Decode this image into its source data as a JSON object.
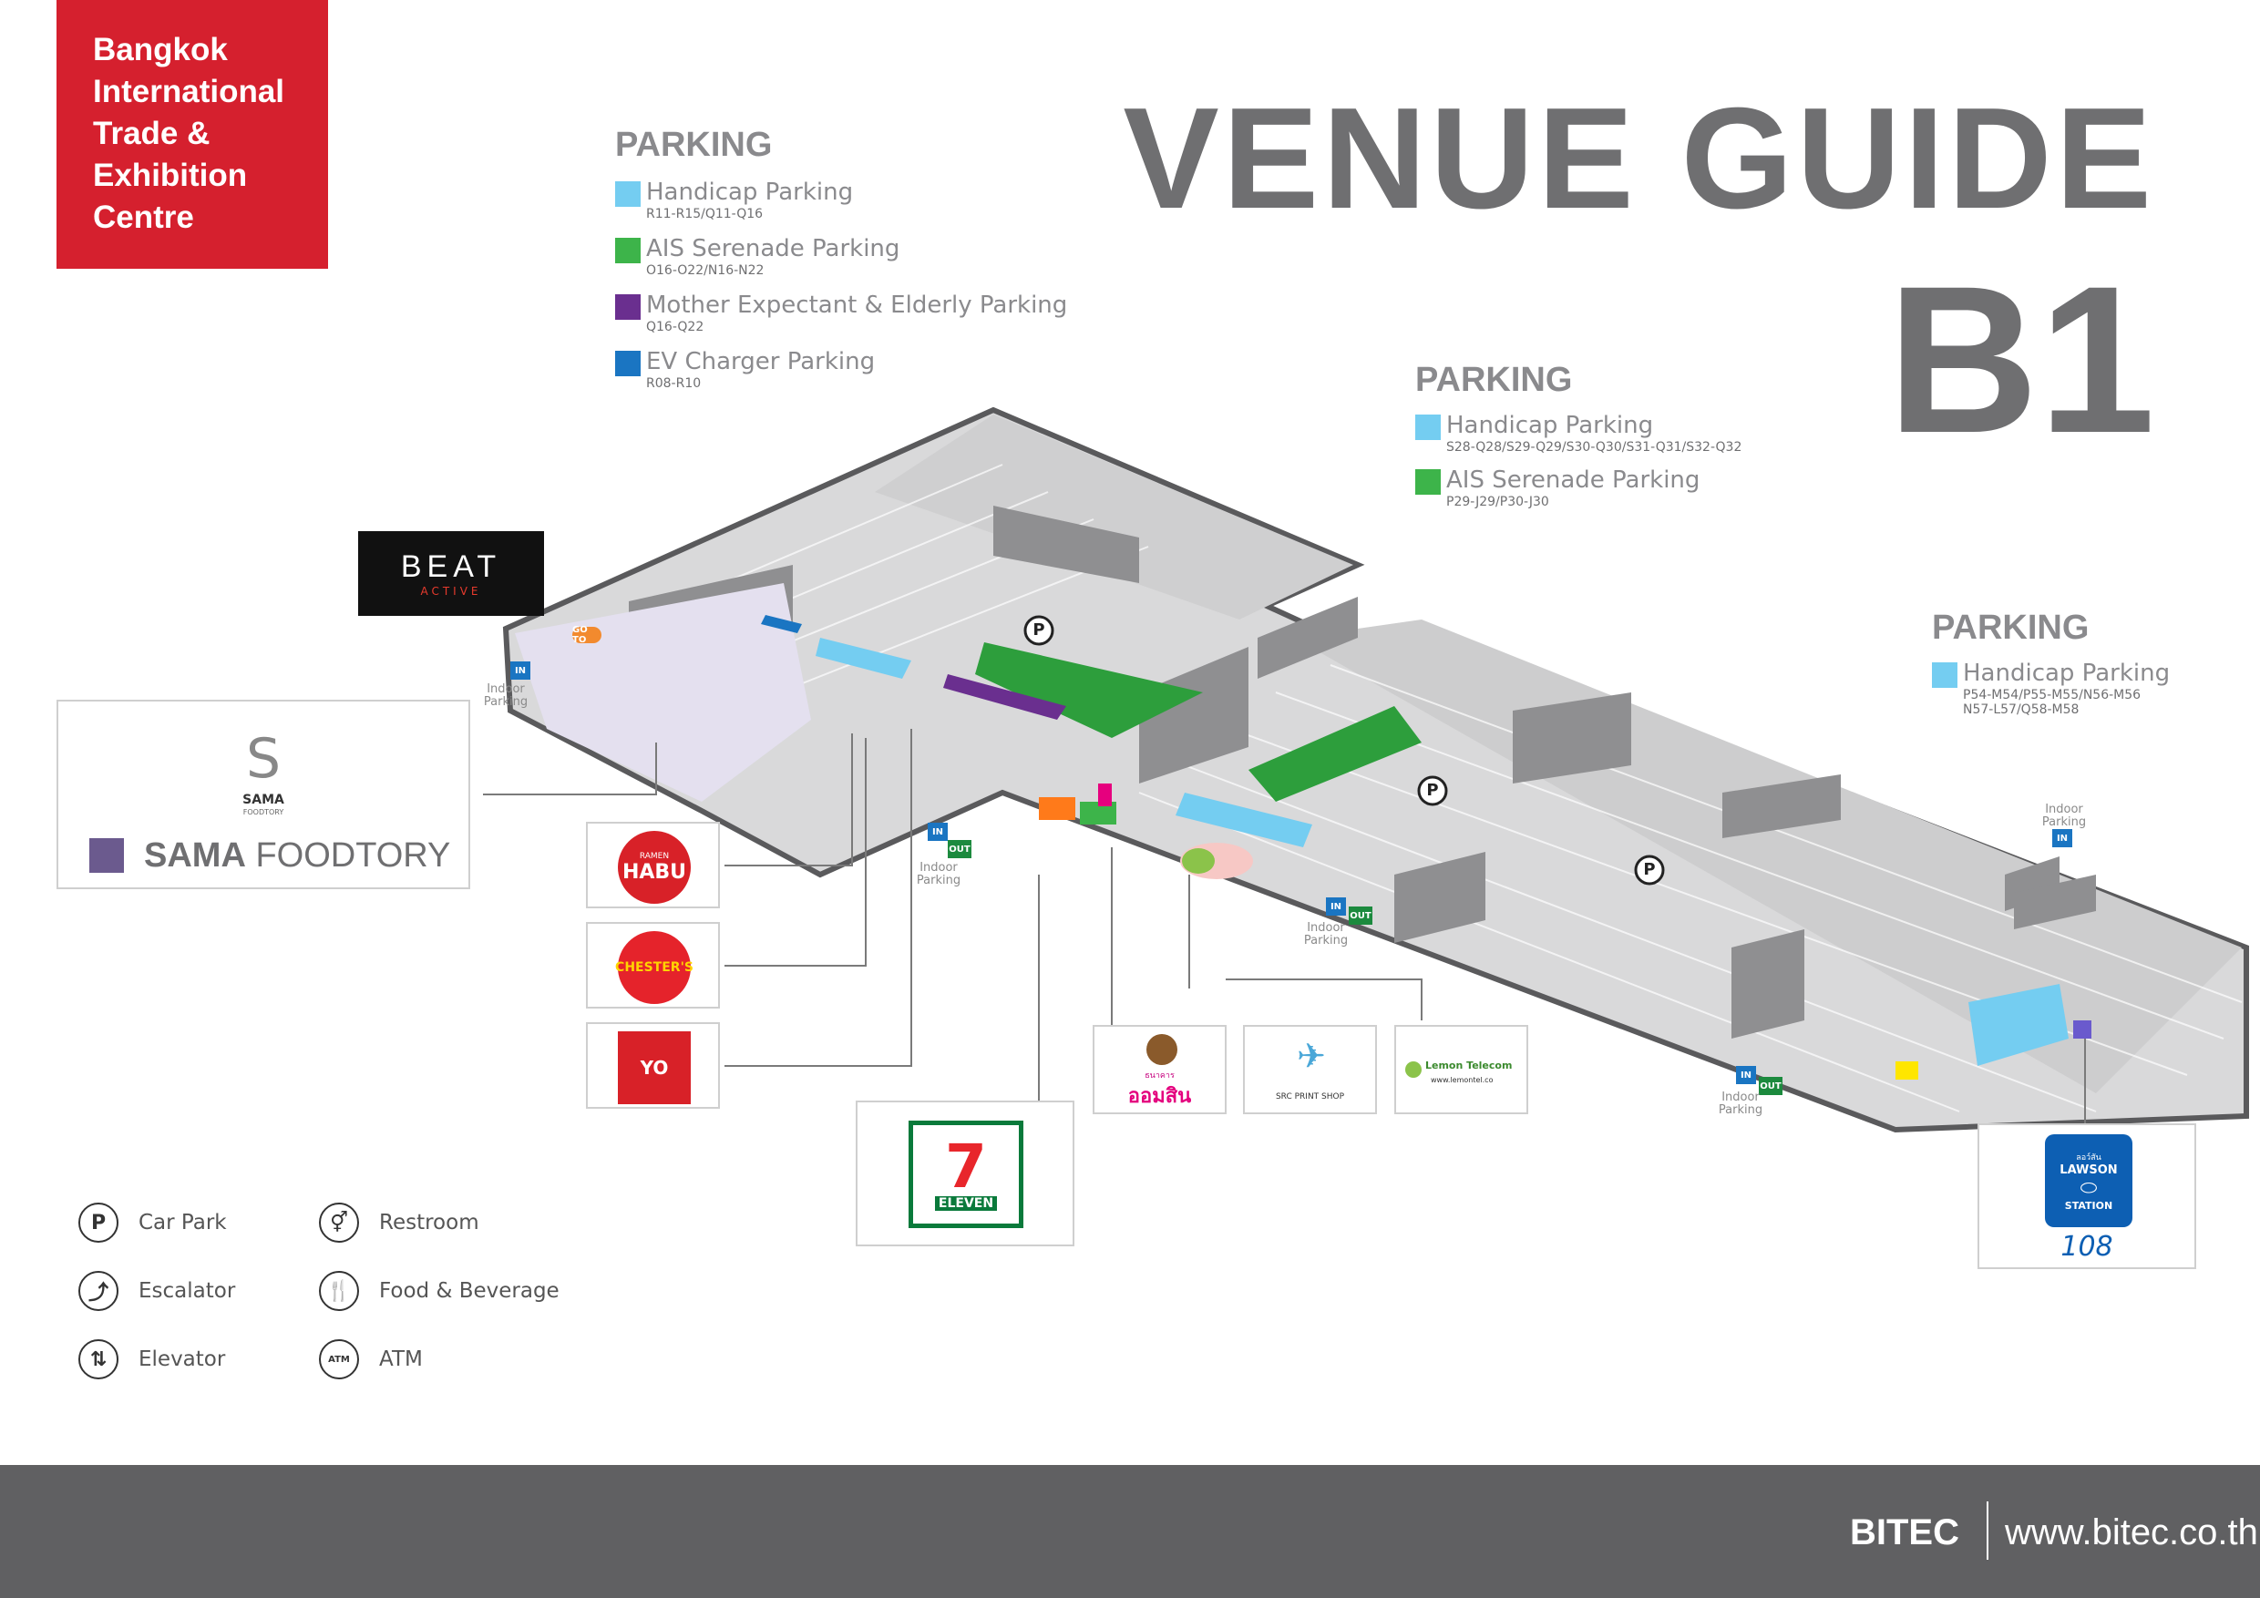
{
  "organization": {
    "lines": [
      "Bangkok",
      "International",
      "Trade &",
      "Exhibition",
      "Centre"
    ]
  },
  "title": {
    "main": "VENUE GUIDE",
    "level": "B1"
  },
  "parking_groups": [
    {
      "heading": "PARKING",
      "items": [
        {
          "name": "Handicap Parking",
          "code": "R11-R15/Q11-Q16",
          "color": "#74cdf1"
        },
        {
          "name": "AIS Serenade Parking",
          "code": "O16-O22/N16-N22",
          "color": "#3db44a"
        },
        {
          "name": "Mother Expectant & Elderly Parking",
          "code": "Q16-Q22",
          "color": "#6a2f8f"
        },
        {
          "name": "EV Charger Parking",
          "code": "R08-R10",
          "color": "#1a75c2"
        }
      ]
    },
    {
      "heading": "PARKING",
      "items": [
        {
          "name": "Handicap Parking",
          "code": "S28-Q28/S29-Q29/S30-Q30/S31-Q31/S32-Q32",
          "color": "#74cdf1"
        },
        {
          "name": "AIS Serenade Parking",
          "code": "P29-J29/P30-J30",
          "color": "#3db44a"
        }
      ]
    },
    {
      "heading": "PARKING",
      "items": [
        {
          "name": "Handicap Parking",
          "code": "P54-M54/P55-M55/N56-M56",
          "code2": "N57-L57/Q58-M58",
          "color": "#74cdf1"
        }
      ]
    }
  ],
  "brands": {
    "beat": {
      "line1": "BEAT",
      "line2": "ACTIVE"
    },
    "sama": {
      "logo_text": "SAMA",
      "logo_sub": "FOODTORY",
      "label_bold": "SAMA",
      "label_rest": " FOODTORY",
      "swatch_color": "#6b5a8e"
    },
    "habu": {
      "small": "RAMEN",
      "name": "HABU"
    },
    "chesters": {
      "name": "CHESTER'S"
    },
    "yoyo": {
      "name": "YO"
    },
    "seven": {
      "name": "ELEVEN"
    },
    "omsin": {
      "small": "ธนาคาร",
      "name": "ออมสิน"
    },
    "src": {
      "name": "SRC PRINT SHOP"
    },
    "lemon": {
      "name": "Lemon Telecom",
      "url": "www.lemontel.co"
    },
    "lawson": {
      "top": "ลอว์สัน",
      "name": "LAWSON",
      "sub": "STATION",
      "num": "108"
    }
  },
  "map_labels": {
    "go_to": "GO TO",
    "in": "IN",
    "out": "OUT",
    "indoor_parking": "Indoor\nParking",
    "parking_symbol": "P"
  },
  "legend": [
    {
      "icon": "car-park-icon",
      "glyph": "P",
      "label": "Car Park"
    },
    {
      "icon": "escalator-icon",
      "glyph": "⤴",
      "label": "Escalator"
    },
    {
      "icon": "elevator-icon",
      "glyph": "⇅",
      "label": "Elevator"
    },
    {
      "icon": "restroom-icon",
      "glyph": "⚥",
      "label": "Restroom"
    },
    {
      "icon": "food-beverage-icon",
      "glyph": "🍴",
      "label": "Food & Beverage"
    },
    {
      "icon": "atm-icon",
      "glyph": "ATM",
      "label": "ATM"
    }
  ],
  "footer": {
    "brand": "BITEC",
    "website": "www.bitec.co.th"
  }
}
